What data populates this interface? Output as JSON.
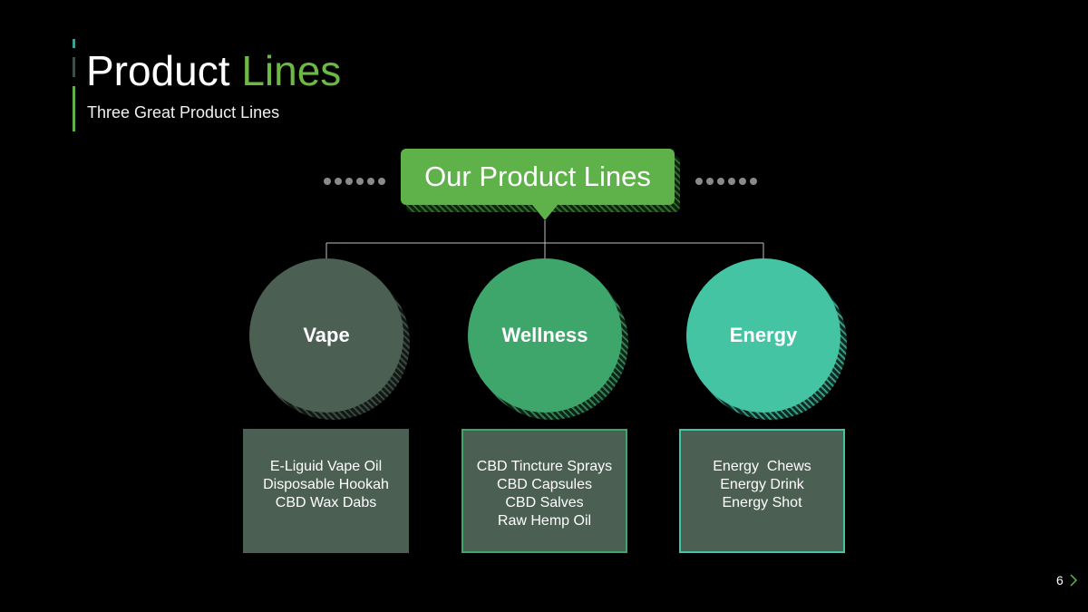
{
  "slide": {
    "title_main": "Product",
    "title_accent": "Lines",
    "subtitle": "Three Great Product Lines",
    "page_number": "6"
  },
  "hierarchy": {
    "root_label": "Our Product Lines",
    "categories": [
      {
        "name": "Vape",
        "items": [
          "E-Liguid Vape Oil",
          "Disposable Hookah",
          "CBD Wax Dabs"
        ]
      },
      {
        "name": "Wellness",
        "items": [
          "CBD Tincture Sprays",
          "CBD Capsules",
          "CBD Salves",
          "Raw Hemp Oil"
        ]
      },
      {
        "name": "Energy",
        "items": [
          "Energy  Chews",
          "Energy Drink",
          "Energy Shot"
        ]
      }
    ]
  },
  "colors": {
    "background": "#000000",
    "accent_green": "#5fb24a",
    "vape": "#4b5f53",
    "wellness": "#3ea66b",
    "energy": "#45c4a4",
    "connector": "#bfbfbf",
    "dots": "#8a8a8a"
  },
  "icons": {
    "next": "chevron-right-icon"
  }
}
